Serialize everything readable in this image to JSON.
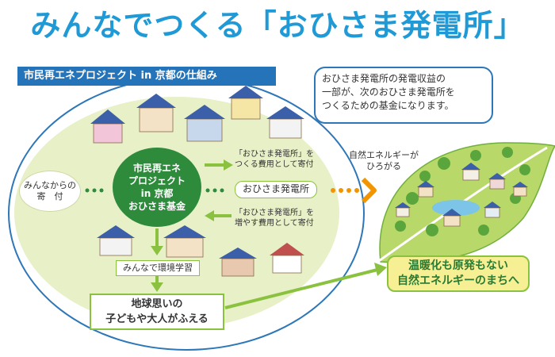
{
  "title": "みんなでつくる「おひさま発電所」",
  "header": {
    "label": "市民再エネプロジェクト in 京都の仕組み"
  },
  "bubble": {
    "lines": [
      "おひさま発電所の発電収益の",
      "一部が、次のおひさま発電所を",
      "つくるための基金になります。"
    ]
  },
  "center": {
    "lines": [
      "市民再エネ",
      "プロジェクト",
      "in 京都",
      "おひさま基金"
    ]
  },
  "donation": {
    "lines": [
      "みんなからの",
      "寄　付"
    ]
  },
  "plant": {
    "label": "おひさま発電所"
  },
  "flow_top": {
    "lines": [
      "「おひさま発電所」を",
      "つくる費用として寄付"
    ]
  },
  "flow_bottom": {
    "lines": [
      "「おひさま発電所」を",
      "増やす費用として寄付"
    ]
  },
  "learning": {
    "label": "みんなで環境学習"
  },
  "people": {
    "lines": [
      "地球思いの",
      "子どもや大人がふえる"
    ]
  },
  "energy": {
    "lines": [
      "自然エネルギーが",
      "ひろがる"
    ]
  },
  "future": {
    "lines": [
      "温暖化も原発もない",
      "自然エネルギーのまちへ"
    ]
  },
  "colors": {
    "title": "#1f9ad6",
    "header_bg": "#2573b8",
    "center_green": "#2e8b3c",
    "arrow_green": "#8ac240",
    "orange": "#f29400",
    "leaf": "#b8d86a",
    "future_bg": "#f6ef94"
  }
}
